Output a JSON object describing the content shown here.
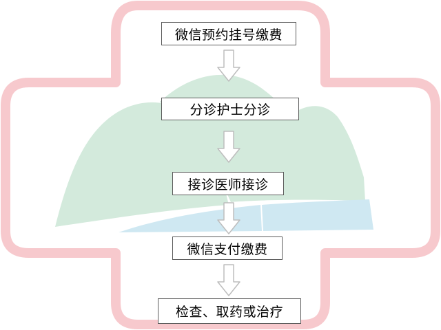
{
  "diagram": {
    "steps": [
      {
        "label": "微信预约挂号缴费"
      },
      {
        "label": "分诊护士分诊"
      },
      {
        "label": "接诊医师接诊"
      },
      {
        "label": "微信支付缴费"
      },
      {
        "label": "检查、取药或治疗"
      }
    ],
    "colors": {
      "cross_outline": "#f7c9cd",
      "mountain": "#d3eadc",
      "river": "#cfe8f2",
      "box_border": "#595959",
      "arrow_fill": "#ffffff",
      "arrow_stroke": "#bdbdbd"
    }
  }
}
